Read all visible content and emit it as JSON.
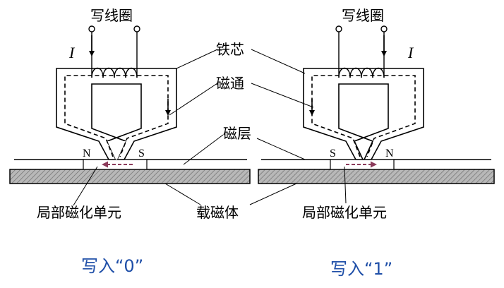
{
  "left": {
    "write_coil": "写线圈",
    "current": "I",
    "pole_left": "N",
    "pole_right": "S",
    "caption": "写入“0”"
  },
  "right": {
    "write_coil": "写线圈",
    "current": "I",
    "pole_left": "S",
    "pole_right": "N",
    "caption": "写入“1”"
  },
  "labels": {
    "core": "铁芯",
    "flux": "磁通",
    "layer": "磁层",
    "magnetized_unit": "局部磁化单元",
    "substrate": "载磁体"
  },
  "colors": {
    "magnetization_arrow": "#8b3a5a",
    "caption": "#1f4fa8"
  }
}
